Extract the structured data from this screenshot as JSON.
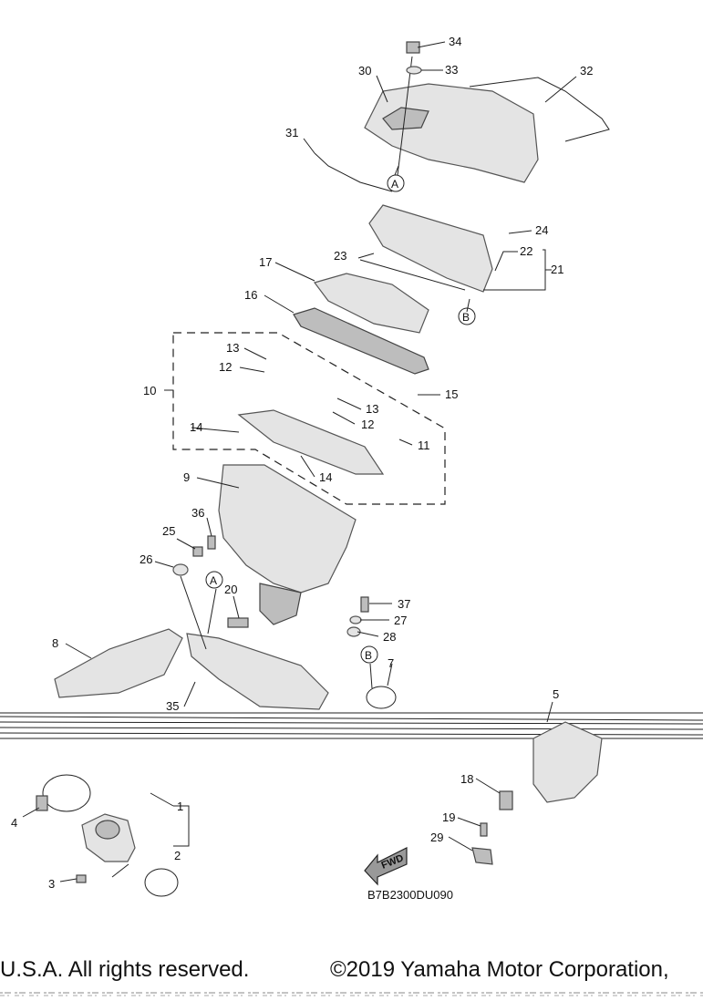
{
  "diagram": {
    "code": "B7B2300DU090",
    "fwd_label": "FWD",
    "ref_markers": [
      "A",
      "A",
      "B",
      "B"
    ],
    "callouts": [
      "1",
      "2",
      "3",
      "4",
      "5",
      "7",
      "8",
      "9",
      "10",
      "11",
      "12",
      "12",
      "13",
      "13",
      "14",
      "14",
      "15",
      "16",
      "17",
      "18",
      "19",
      "20",
      "21",
      "22",
      "23",
      "24",
      "25",
      "26",
      "27",
      "28",
      "29",
      "30",
      "31",
      "32",
      "33",
      "34",
      "35",
      "36",
      "37"
    ]
  },
  "footer": {
    "left": "U.S.A. All rights reserved.",
    "right": "©2019 Yamaha Motor Corporation,"
  }
}
